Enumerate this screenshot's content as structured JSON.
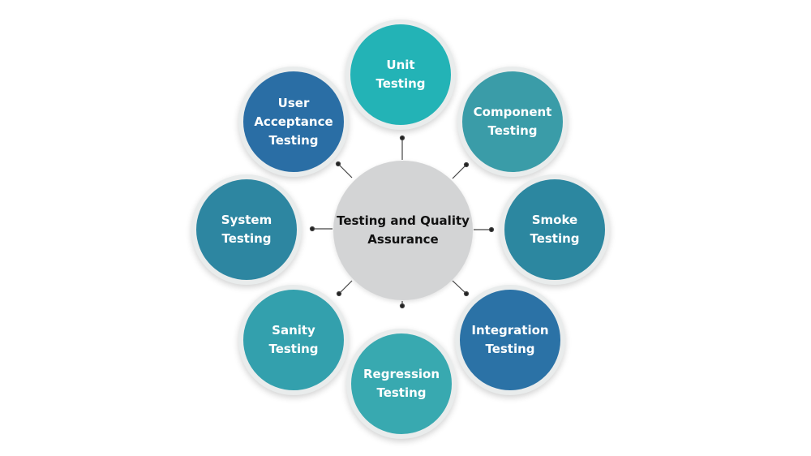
{
  "center": {
    "label": "Testing and Quality\nAssurance",
    "color": "#d3d4d5"
  },
  "nodes": [
    {
      "label": "Unit\nTesting",
      "color": "#23b3b6"
    },
    {
      "label": "Component\nTesting",
      "color": "#3a9ca8"
    },
    {
      "label": "Smoke\nTesting",
      "color": "#2c87a0"
    },
    {
      "label": "Integration\nTesting",
      "color": "#2b72a6"
    },
    {
      "label": "Regression\nTesting",
      "color": "#38a9b0"
    },
    {
      "label": "Sanity\nTesting",
      "color": "#33a0ad"
    },
    {
      "label": "System\nTesting",
      "color": "#2d86a1"
    },
    {
      "label": "User\nAcceptance\nTesting",
      "color": "#2a6ea5"
    }
  ]
}
